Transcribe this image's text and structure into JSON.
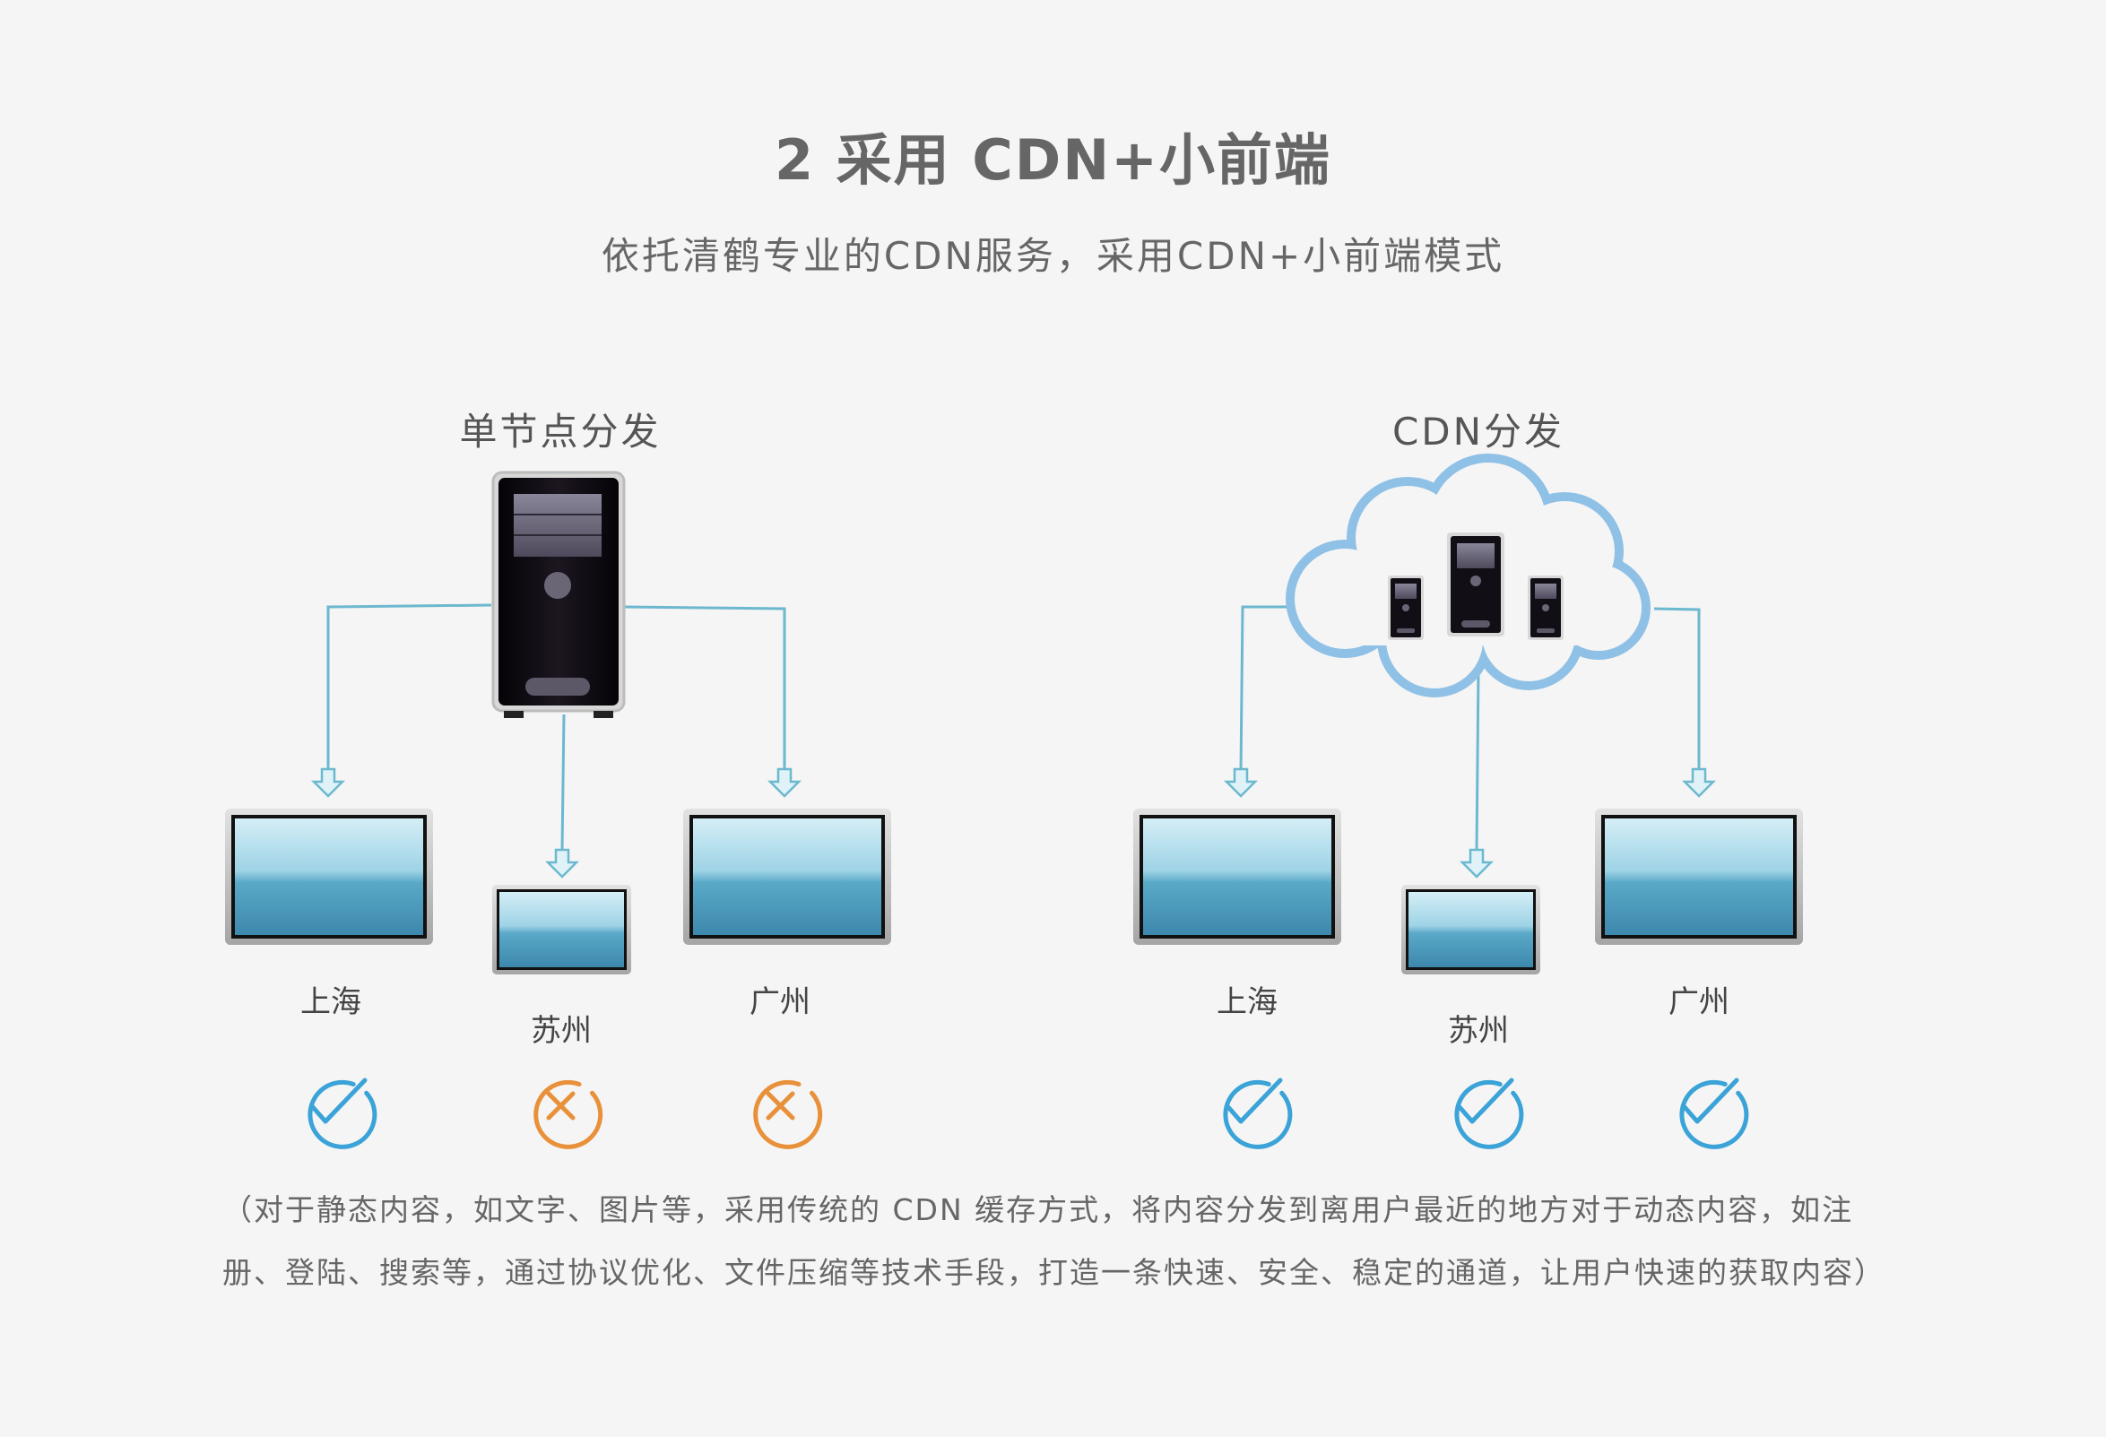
{
  "title": "2 采用 CDN+小前端",
  "subtitle": "依托清鹤专业的CDN服务，采用CDN+小前端模式",
  "left_panel": {
    "title": "单节点分发",
    "cities": [
      {
        "name": "上海",
        "status": "ok"
      },
      {
        "name": "苏州",
        "status": "fail"
      },
      {
        "name": "广州",
        "status": "fail"
      }
    ]
  },
  "right_panel": {
    "title": "CDN分发",
    "cities": [
      {
        "name": "上海",
        "status": "ok"
      },
      {
        "name": "苏州",
        "status": "ok"
      },
      {
        "name": "广州",
        "status": "ok"
      }
    ]
  },
  "footer": {
    "line1": "（对于静态内容，如文字、图片等，采用传统的 CDN 缓存方式，将内容分发到离用户最近的地方对于动态内容，如注",
    "line2": "册、登陆、搜索等，通过协议优化、文件压缩等技术手段，打造一条快速、安全、稳定的通道，让用户快速的获取内容）"
  },
  "colors": {
    "line": "#6cb8cf",
    "arrow_fill": "#dff2f8",
    "check": "#3ba3d8",
    "cross": "#e8913a",
    "cloud": "#7fb6e0"
  },
  "icons": {
    "server": "server-tower-icon",
    "cloud": "cloud-icon",
    "monitor": "monitor-icon",
    "ok": "check-circle-icon",
    "fail": "cross-circle-icon"
  }
}
